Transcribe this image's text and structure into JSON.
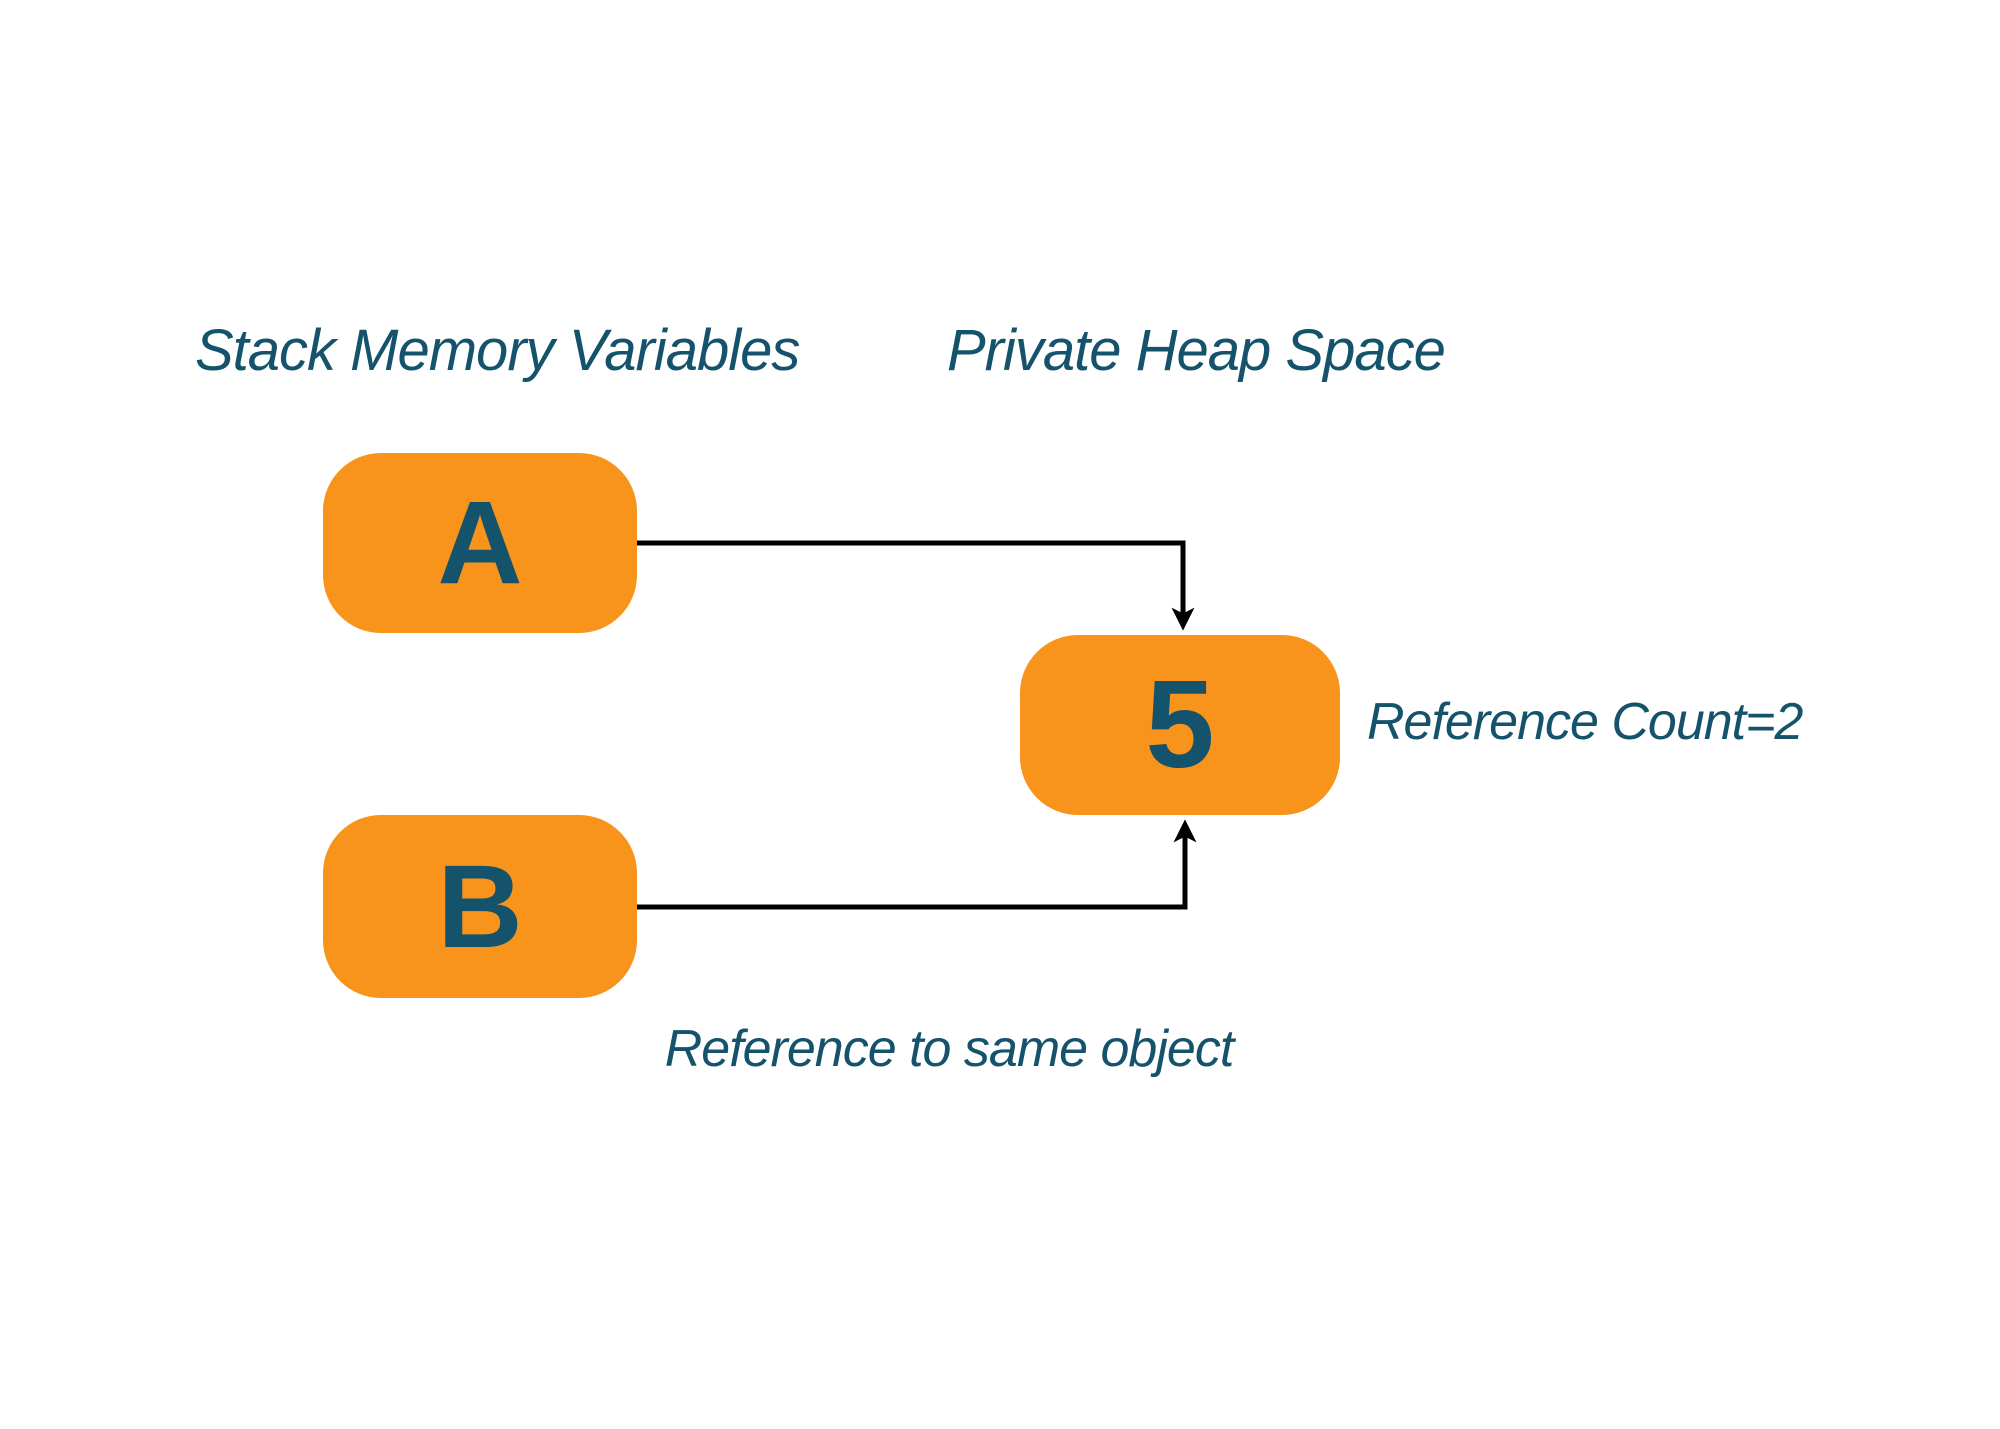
{
  "colors": {
    "orange": "#F8941C",
    "teal": "#14536B",
    "line": "#000000",
    "background": "#FFFFFF"
  },
  "headings": {
    "stack": "Stack Memory Variables",
    "heap": "Private Heap Space"
  },
  "stack_variables": [
    {
      "label": "A"
    },
    {
      "label": "B"
    }
  ],
  "heap_object": {
    "value": "5"
  },
  "annotations": {
    "reference_count": "Reference Count=2",
    "same_object": "Reference to same object"
  },
  "arrows": [
    {
      "from": "A",
      "to": "5"
    },
    {
      "from": "B",
      "to": "5"
    }
  ]
}
